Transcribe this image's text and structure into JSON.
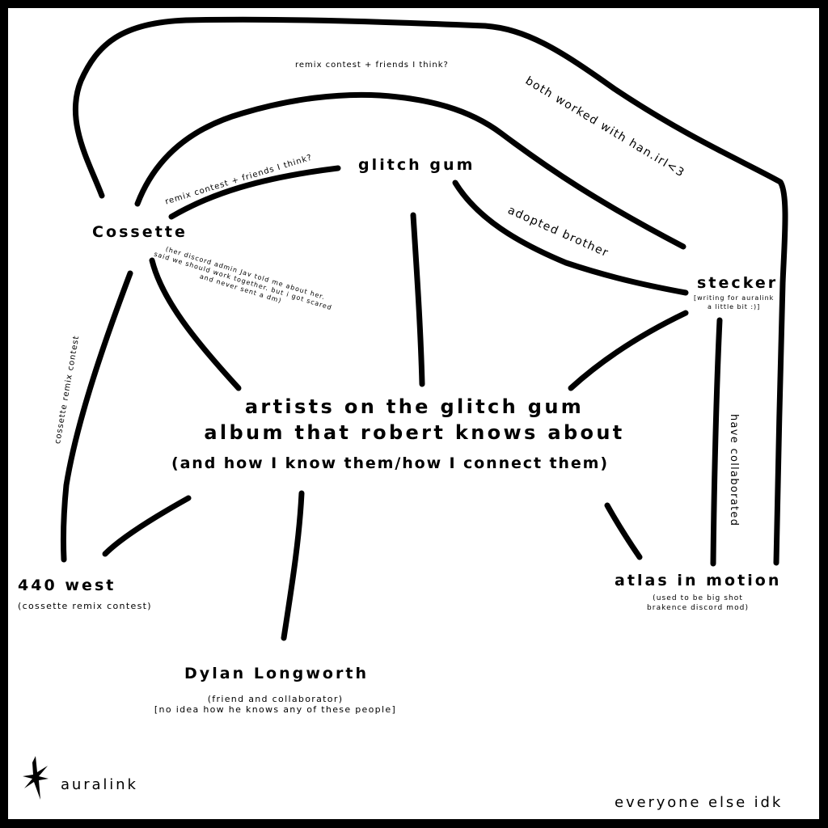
{
  "title": {
    "line1": "artists on the glitch gum",
    "line2": "album that robert knows about",
    "subtitle": "(and how I know them/how I connect them)"
  },
  "nodes": {
    "cossette": {
      "name": "Cossette",
      "note_line1": "(her discord admin Jav told me about her.",
      "note_line2": "said we should work together. but i got scared",
      "note_line3": "and never sent a dm)"
    },
    "glitch_gum": {
      "name": "glitch gum"
    },
    "stecker": {
      "name": "stecker",
      "note_line1": "[writing for auralink",
      "note_line2": "a little bit :)]"
    },
    "west440": {
      "name": "440 west",
      "note": "(cossette remix contest)"
    },
    "atlas": {
      "name": "atlas in motion",
      "note_line1": "(used to be big shot",
      "note_line2": "brakence discord mod)"
    },
    "dylan": {
      "name": "Dylan Longworth",
      "note_line1": "(friend and collaborator)",
      "note_line2": "[no idea how he knows any of these people]"
    },
    "auralink": {
      "name": "auralink",
      "icon": "sparkle-star-icon"
    },
    "everyone_else": {
      "name": "everyone else idk"
    }
  },
  "edges": {
    "cossette_stecker_outer": "both worked with han.irl<3",
    "cossette_stecker_inner": "remix contest + friends I think?",
    "cossette_glitchgum": "remix contest + friends I think?",
    "glitchgum_stecker": "adopted brother",
    "cossette_440west": "cossette remix contest",
    "stecker_atlas": "have collaborated"
  },
  "colors": {
    "ink": "#000000",
    "paper": "#ffffff",
    "frame": "#000000"
  }
}
